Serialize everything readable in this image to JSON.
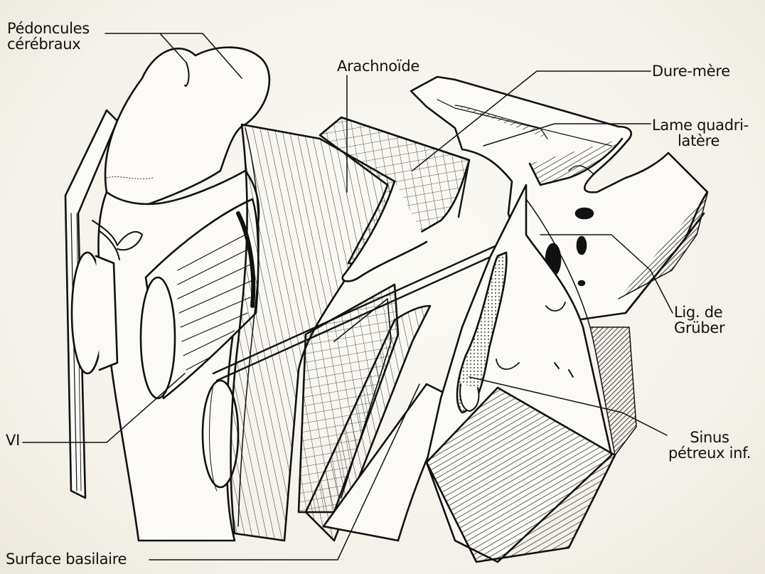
{
  "labels": {
    "pedoncules": [
      "Pédoncules",
      "cérébraux"
    ],
    "arachnoide": "Arachnoïde",
    "duremere": "Dure-mère",
    "lame": [
      "Lame quadri-",
      "latère"
    ],
    "lig": [
      "Lig. de",
      "Grüber"
    ],
    "sinus": [
      "Sinus",
      "pétreux inf."
    ],
    "vi": "VI",
    "surface": "Surface basilaire"
  },
  "colors": {
    "ink": "#111111",
    "paper": "#f6f4ee"
  }
}
